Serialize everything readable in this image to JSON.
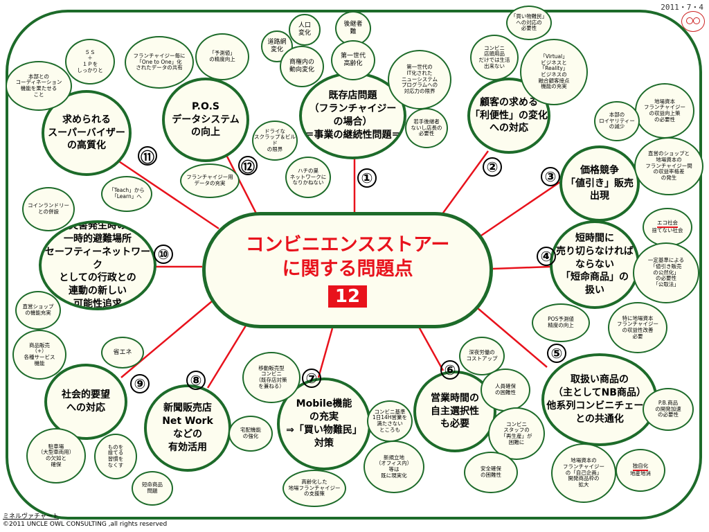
{
  "date": "2011・7・4",
  "center": {
    "line1": "コンビニエンスストアー",
    "line2": "に関する問題点",
    "badge": "12"
  },
  "colors": {
    "line": "#e8121c",
    "border": "#1d6b2a",
    "fill": "#fdfdef",
    "title": "#e8121c"
  },
  "topics": {
    "t1": {
      "num": "①",
      "text": "既存店問題\n（フランチャイジー\nの場合）\n＝事業の継続性問題＝"
    },
    "t2": {
      "num": "②",
      "text": "顧客の求める\n「利便性」の変化\nへの対応"
    },
    "t3": {
      "num": "③",
      "text": "価格競争\n「値引き」販売\n出現"
    },
    "t4": {
      "num": "④",
      "text": "短時間に\n売り切らなければ\nならない\n「短命商品」の\n扱い"
    },
    "t5": {
      "num": "⑤",
      "text": "取扱い商品の\n（主としてNB商品）\n他系列コンビニチェーン\nとの共通化"
    },
    "t6": {
      "num": "⑥",
      "text": "営業時間の\n自主選択性\nも必要"
    },
    "t7": {
      "num": "⑦",
      "text": "Mobile機能\nの充実\n⇒「買い物難民」\n対策"
    },
    "t8": {
      "num": "⑧",
      "text": "新聞販売店\nNet Work\nなどの\n有効活用"
    },
    "t9": {
      "num": "⑨",
      "text": "社会的要望\nへの対応"
    },
    "t10": {
      "num": "⑩",
      "text": "災害発生時の\n一時的避難場所\nセーフティーネットワーク\nとしての行政との\n連動の新しい\n可能性追求"
    },
    "t11": {
      "num": "⑪",
      "text": "求められる\nスーパーバイザー\nの高質化"
    },
    "t12": {
      "num": "⑫",
      "text": "P.O.S\nデータシステム\nの向上"
    }
  },
  "subs": {
    "s_jinkou": "人口\n変化",
    "s_koukeisha": "後継者\n難",
    "s_douro": "道路網\n変化",
    "s_shouken": "商権内の\n動向変化",
    "s_daiichisedai": "第一世代\n高齢化",
    "s_it": "第一世代の\nIT化された\nニューシステム\nプログラムへの\n対応力の限界",
    "s_wakate": "若手後継者\nないし店長の\n必要性",
    "s_drive": "ドライな\nスクラップ＆ビルド\nの限界",
    "s_hachi": "ハチの巣\nネットワークに\nなりかねない",
    "s_kaimono": "「買い物難民」\nへの対応の\n必要性",
    "s_konbiniyou": "コンビニ\n店頭用品\nだけでは生活\n出来ない",
    "s_virtual": "「Virtual」\nビジネスと\n「Reality」\nビジネスの\n融合顧客接点\n機能の充実",
    "s_jibashihon1": "地場資本\nフランチャイジー\nの収益向上策\nの必要性",
    "s_royalty": "本部の\nロイヤリティー\nの減少",
    "s_chokuei_shop": "直営のショップと\n地場資本の\nフランチャイジー間\nの収益率格差\nの発生",
    "s_eco": "エコ社会",
    "s_suteru": "捨てない社会",
    "s_ittei": "一定基準による\n「値引き販売\nの公然化」\nの必要性\n「公取法」",
    "s_pos": "POS予測値\n精度の向上",
    "s_tokuni": "特に地場資本\nフランチャイジー\nの収益性改善\n必要",
    "s_pb": "P.B.商品\nの開発加速\nの必要性",
    "s_dokuji": "独自化",
    "s_chisan": "地産地消",
    "s_jibashihon2": "地場資本の\nフランチャイジー\nの「自己企画」\n開発商品枠の\n拡大",
    "s_shinya": "深夜労働の\nコストアップ",
    "s_jinin": "人員確保\nの困難性",
    "s_staff": "コンビニ\nスタッフの\n「再生産」が\n困難に",
    "s_anzen": "安全確保\nの困難性",
    "s_kijun": "コンビニ基準\n1日14H営業を\n満たさない\nところも",
    "s_shinritchi": "新規立地\n（オフィス内）\n等は\n既に現実化",
    "s_idou": "移動販売型\nコンビニ\n（既存店対策\nを兼ねる）",
    "s_koureika": "高齢化した\n地場フランチャイジー\nの支援策",
    "s_takuhai": "宅配機能\nの強化",
    "s_tanmei": "短命商品\n問題",
    "s_mono": "ものを\n捨てる\n習慣を\nなくす",
    "s_chusha": "駐車場\n（大型車両用）\nの欠如と\n確保",
    "s_shouene": "省エネ",
    "s_shouhin": "商品販売\n（+）\n各種サービス\n機能",
    "s_chokuei": "直営ショップ\nの機能充実",
    "s_coin": "コインランドリー\nとの併設",
    "s_teach": "「Teach」から\n「Learn」へ",
    "s_honbu": "本部との\nコーディネーション\n機能を果たせる\nこと",
    "s_5s": "５Ｓ\n＋\n１Ｐを\nしっかりと",
    "s_fc": "フランチャイジー毎に\n「One to One」化\nされたデータの共有",
    "s_yosoku": "「予測値」\nの精度向上",
    "s_fcdata": "フランチャイジー用\nデータの充実"
  },
  "footer": {
    "line1": "ミネルヴァチャート",
    "line2": "©2011 UNCLE OWL CONSULTING ,all rights reserved"
  }
}
